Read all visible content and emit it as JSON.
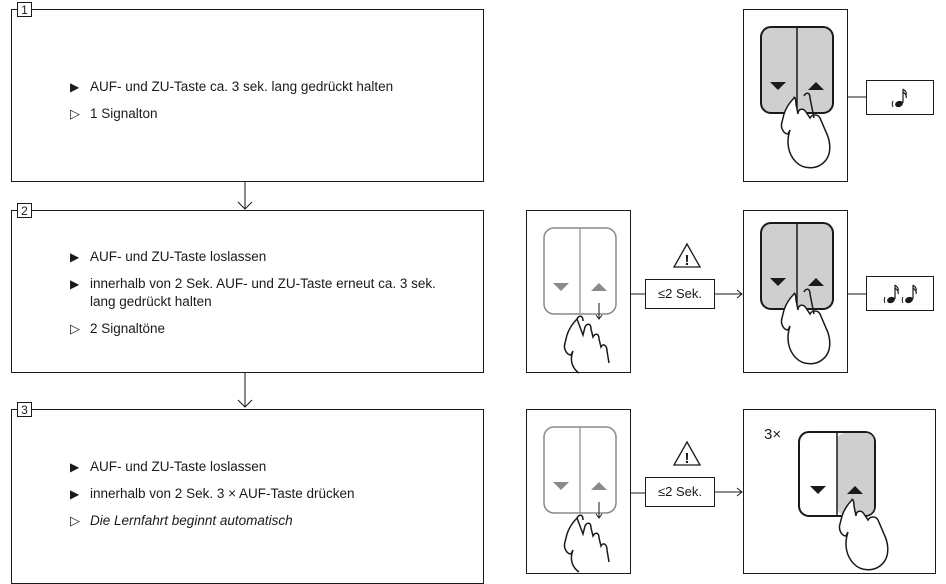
{
  "steps": [
    {
      "number": "1",
      "items": [
        {
          "type": "action",
          "text": "AUF- und ZU-Taste ca. 3 sek. lang gedrückt halten"
        },
        {
          "type": "result",
          "text": "1 Signalton"
        }
      ]
    },
    {
      "number": "2",
      "items": [
        {
          "type": "action",
          "text": "AUF- und ZU-Taste loslassen"
        },
        {
          "type": "action",
          "text": "innerhalb von 2 Sek. AUF- und ZU-Taste erneut ca. 3 sek. lang gedrückt halten"
        },
        {
          "type": "result",
          "text": "2 Signaltöne"
        }
      ]
    },
    {
      "number": "3",
      "items": [
        {
          "type": "action",
          "text": "AUF- und ZU-Taste loslassen"
        },
        {
          "type": "action",
          "text": "innerhalb von 2 Sek. 3 × AUF-Taste drücken"
        },
        {
          "type": "result",
          "text": "Die Lernfahrt beginnt automatisch"
        }
      ]
    }
  ],
  "markers": {
    "action": "▶",
    "result": "▷"
  },
  "illustrations": {
    "interval_label": "≤2 Sek.",
    "warning_symbol": "!",
    "press_count": "3×"
  }
}
